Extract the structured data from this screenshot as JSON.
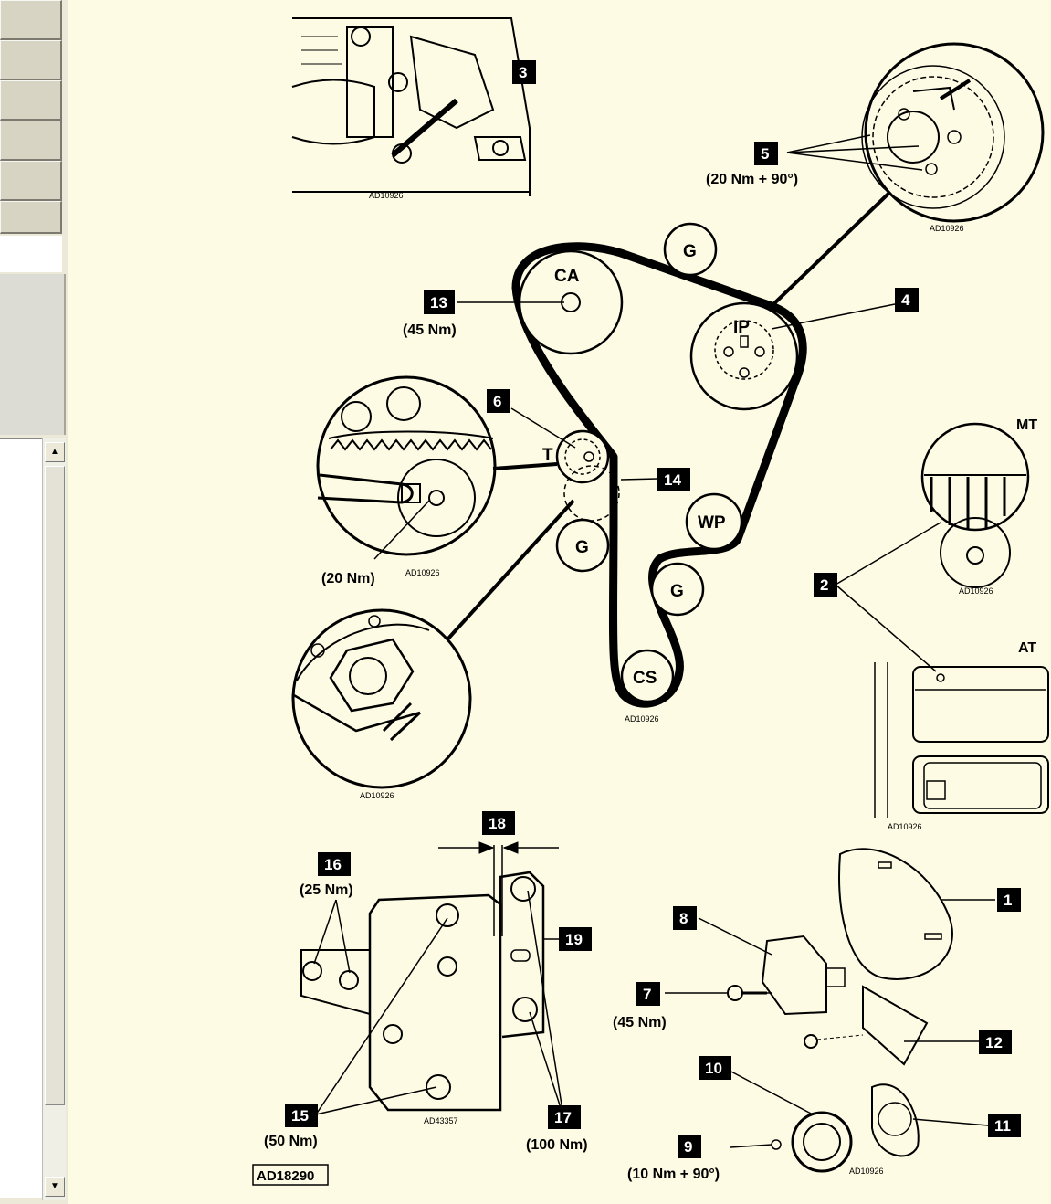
{
  "callouts": {
    "c1": "1",
    "c2": "2",
    "c3": "3",
    "c4": "4",
    "c5": "5",
    "c6": "6",
    "c7": "7",
    "c8": "8",
    "c9": "9",
    "c10": "10",
    "c11": "11",
    "c12": "12",
    "c13": "13",
    "c14": "14",
    "c15": "15",
    "c16": "16",
    "c17": "17",
    "c18": "18",
    "c19": "19"
  },
  "torques": {
    "t5": "(20 Nm + 90°)",
    "t13": "(45 Nm)",
    "t6": "(20 Nm)",
    "t16": "(25 Nm)",
    "t7": "(45 Nm)",
    "t15": "(50 Nm)",
    "t17": "(100 Nm)",
    "t9": "(10 Nm + 90°)"
  },
  "pulleys": {
    "ca": "CA",
    "ip": "IP",
    "g": "G",
    "wp": "WP",
    "cs": "CS",
    "t": "T"
  },
  "transmission": {
    "mt": "MT",
    "at": "AT"
  },
  "codes": {
    "a": "AD10926",
    "b": "AD43357",
    "main": "AD18290"
  },
  "colors": {
    "background": "#fdfbe3",
    "ink": "#000000",
    "sidebar": "#ece9d8"
  }
}
